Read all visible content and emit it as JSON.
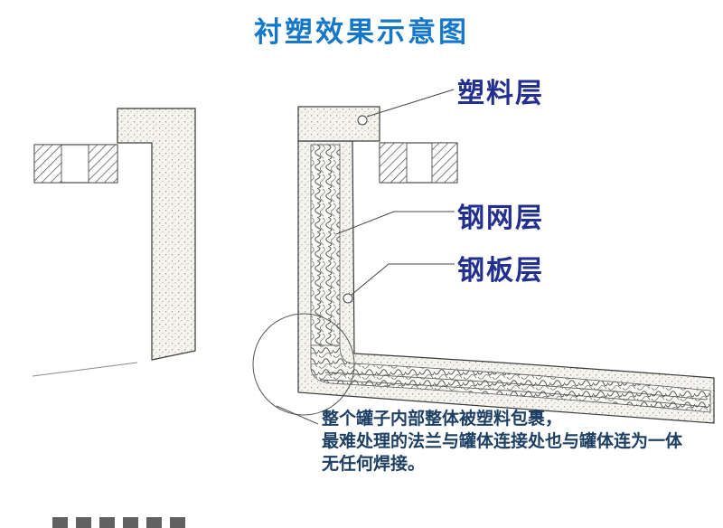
{
  "title": "衬塑效果示意图",
  "diagram": {
    "labels": {
      "plastic_layer": "塑料层",
      "steel_mesh_layer": "钢网层",
      "steel_plate_layer": "钢板层"
    },
    "caption_lines": [
      "整个罐子内部整体被塑料包裹，",
      "最难处理的法兰与罐体连接处也与罐体连为一体",
      "无任何焊接。"
    ]
  },
  "colors": {
    "title_blue": "#1577c8",
    "label_navy": "#232f8e",
    "caption_navy": "#1d3f63",
    "outline_gray": "#3a3a3a"
  }
}
